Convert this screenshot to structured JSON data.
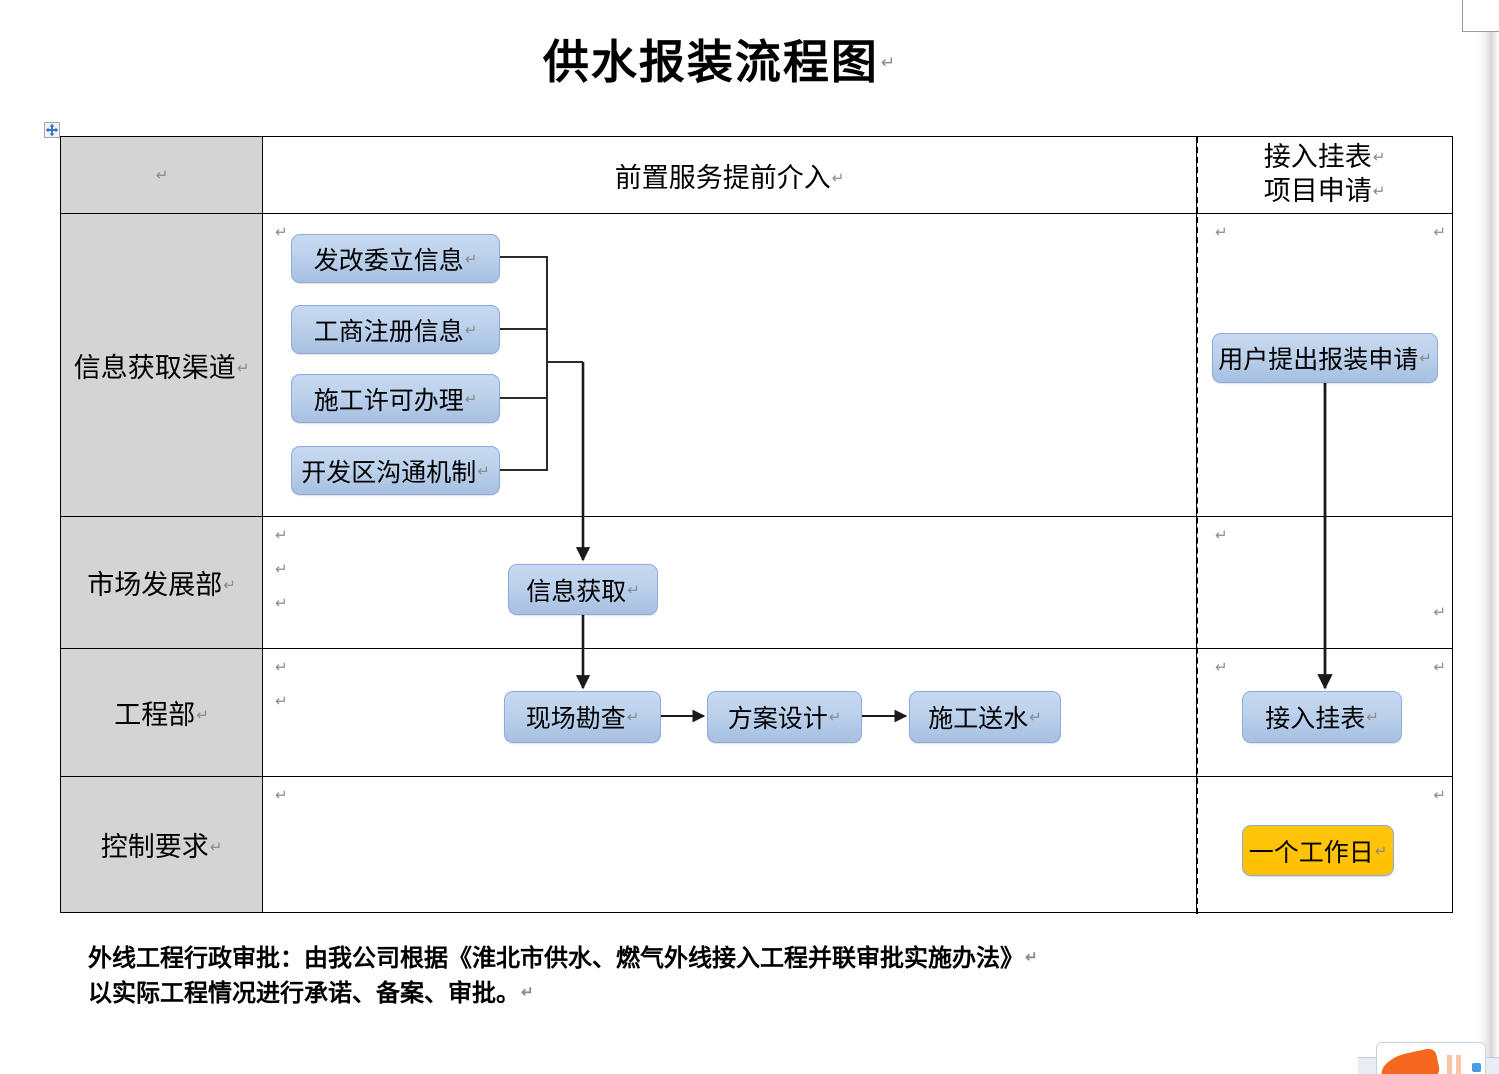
{
  "document": {
    "title": "供水报装流程图",
    "pilcrow": "↵"
  },
  "table": {
    "header": {
      "label_cell": "",
      "middle": "前置服务提前介入",
      "right_line1": "接入挂表",
      "right_line2": "项目申请"
    },
    "rows": [
      {
        "label": "信息获取渠道"
      },
      {
        "label": "市场发展部"
      },
      {
        "label": "工程部"
      },
      {
        "label": "控制要求"
      }
    ]
  },
  "flow": {
    "sources": [
      {
        "label": "发改委立信息"
      },
      {
        "label": "工商注册信息"
      },
      {
        "label": "施工许可办理"
      },
      {
        "label": "开发区沟通机制"
      }
    ],
    "market": {
      "label": "信息获取"
    },
    "engineering": [
      {
        "label": "现场勘查"
      },
      {
        "label": "方案设计"
      },
      {
        "label": "施工送水"
      }
    ],
    "right_branch": {
      "apply": "用户提出报装申请",
      "connect": "接入挂表",
      "control": "一个工作日"
    }
  },
  "footer": {
    "line1": "外线工程行政审批：由我公司根据《淮北市供水、燃气外线接入工程并联审批实施办法》",
    "line2": "以实际工程情况进行承诺、备案、审批。"
  },
  "colors": {
    "box_fill_top": "#c6d9f0",
    "box_fill_bottom": "#a7c0e2",
    "box_border": "#8faadc",
    "highlight_fill": "#ffc000",
    "label_cell_bg": "#d4d4d4",
    "table_border": "#000000"
  }
}
